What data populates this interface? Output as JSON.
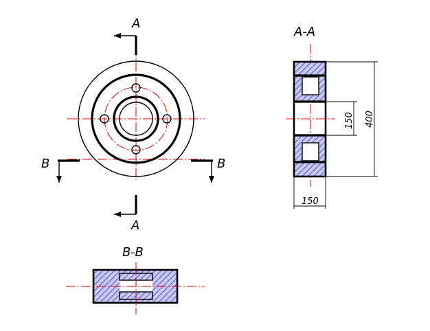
{
  "section_labels": {
    "a_top": "A",
    "a_bottom": "A",
    "b_left": "B",
    "b_right": "B"
  },
  "views": {
    "section_a_title": "A-A",
    "section_b_title": "B-B"
  },
  "dimensions": {
    "height": "400",
    "bore": "150",
    "width": "150"
  },
  "colors": {
    "outline": "#000000",
    "centerline": "#e00000",
    "hatch": "#3030c0",
    "hatch_fill": "#c8c8f0"
  }
}
